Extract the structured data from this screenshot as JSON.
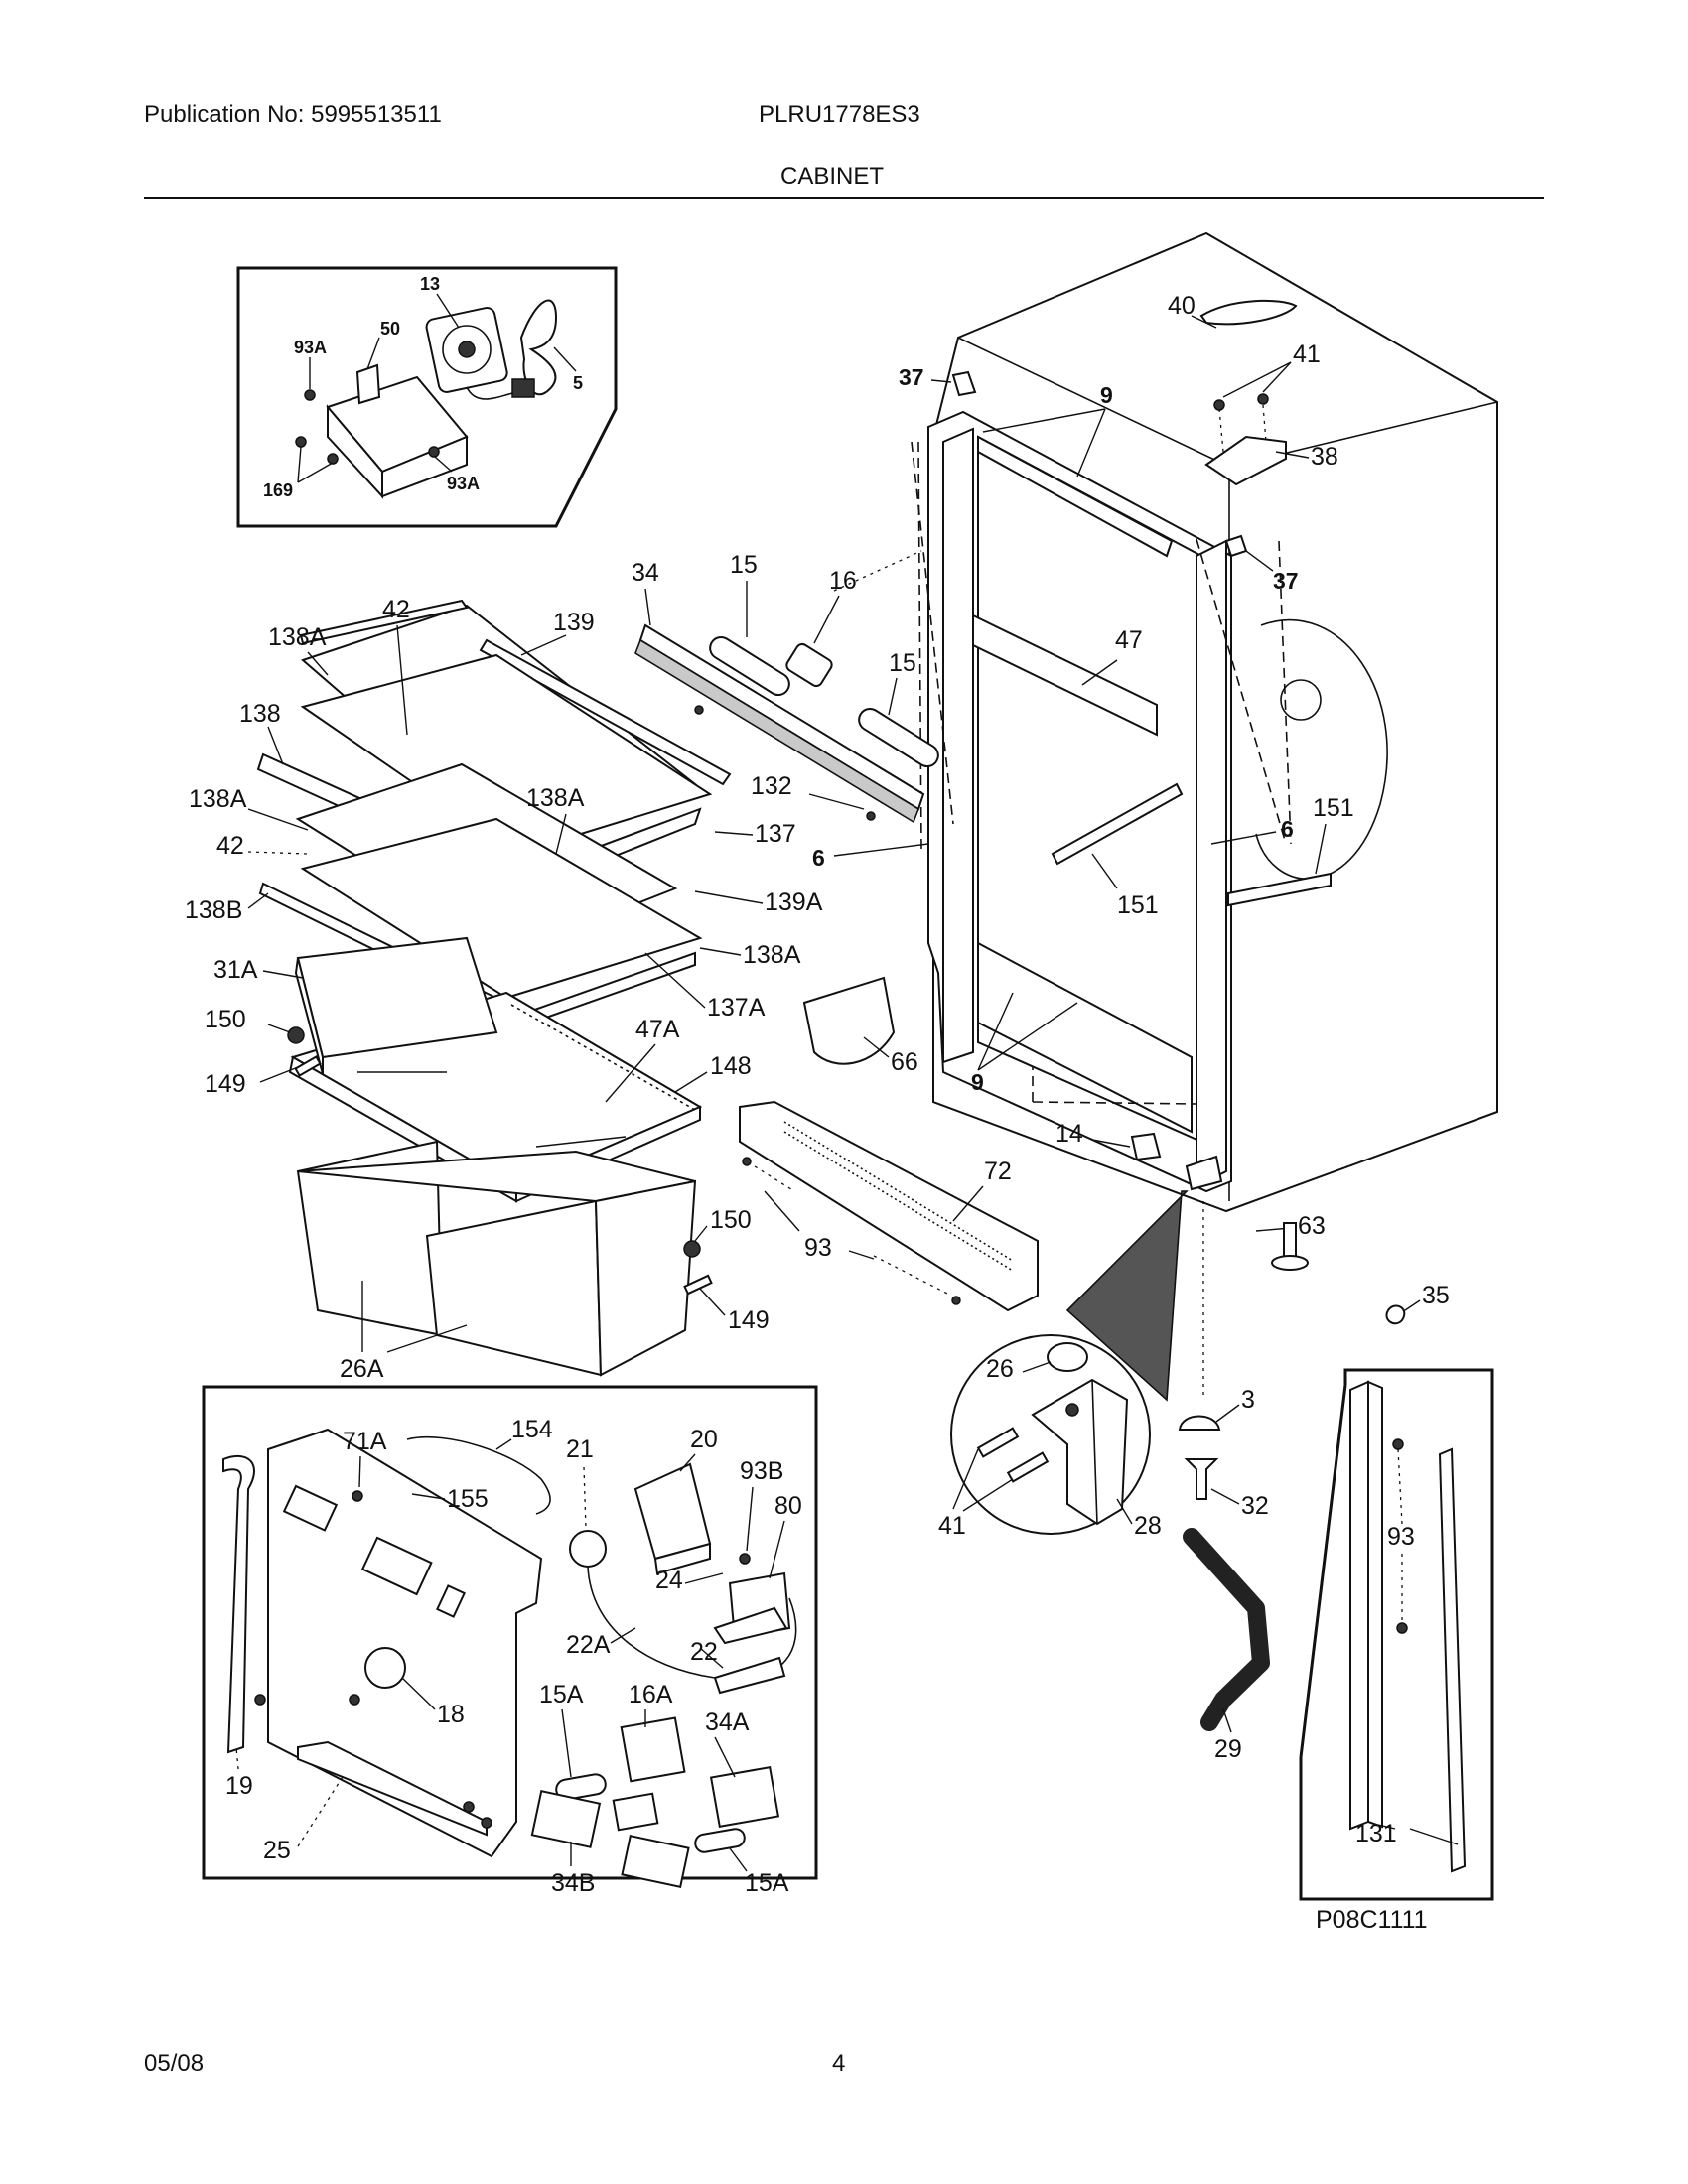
{
  "header": {
    "publication": "Publication No: 5995513511",
    "model": "PLRU1778ES3",
    "section_title": "CABINET"
  },
  "footer": {
    "date": "05/08",
    "page_number": "4"
  },
  "figure_code": "P08C1111",
  "part_labels": {
    "inset_fan": [
      "13",
      "93A",
      "50",
      "5",
      "169",
      "93A"
    ],
    "cabinet": [
      "37",
      "9",
      "40",
      "41",
      "38",
      "37",
      "47",
      "151",
      "6",
      "6",
      "151",
      "9",
      "63",
      "35"
    ],
    "shelves": [
      "138A",
      "42",
      "139",
      "138",
      "138A",
      "138A",
      "42",
      "137",
      "139A",
      "138B",
      "138A",
      "137A",
      "31A",
      "47A",
      "150",
      "148",
      "149",
      "150",
      "149",
      "26A"
    ],
    "light_bar": [
      "34",
      "15",
      "16",
      "15",
      "132",
      "66",
      "14",
      "72",
      "93",
      "93"
    ],
    "hinge_inset": [
      "26",
      "41",
      "28",
      "3",
      "32",
      "29"
    ],
    "control_panel": [
      "19",
      "71A",
      "154",
      "155",
      "21",
      "20",
      "93B",
      "80",
      "24",
      "22A",
      "22",
      "18",
      "15A",
      "16A",
      "34A",
      "25",
      "34B",
      "15A"
    ],
    "rail_inset": [
      "93",
      "131"
    ]
  }
}
